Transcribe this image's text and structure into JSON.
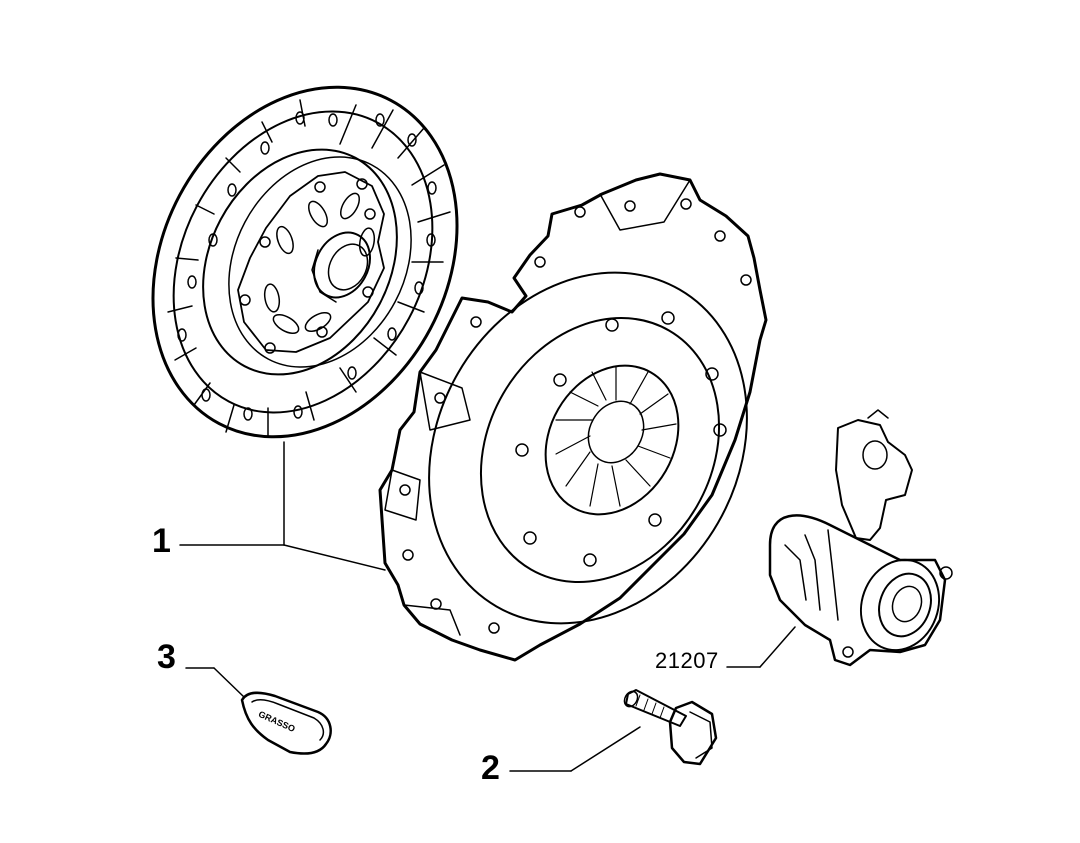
{
  "callouts": {
    "part_1": "1",
    "part_2": "2",
    "part_3": "3",
    "part_21207": "21207"
  },
  "grease_tube_text": "GRASSO",
  "parts": [
    {
      "ref": "1",
      "icon": "clutch-disc-and-pressure-plate"
    },
    {
      "ref": "2",
      "icon": "flange-bolt"
    },
    {
      "ref": "3",
      "icon": "grease-tube"
    },
    {
      "ref": "21207",
      "icon": "concentric-slave-cylinder"
    }
  ],
  "colors": {
    "line": "#000000",
    "background": "#ffffff"
  }
}
